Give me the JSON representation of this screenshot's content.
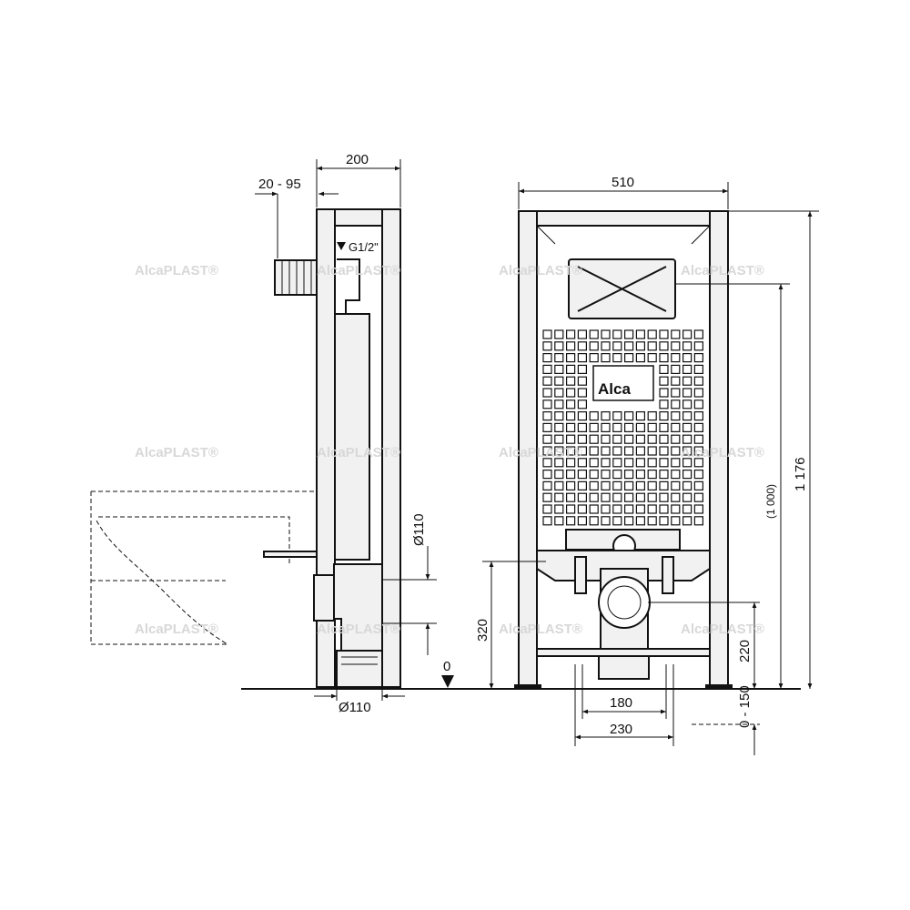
{
  "side_view": {
    "width_label": "200",
    "offset_label": "20 - 95",
    "water_inlet_label": "G1/2\"",
    "pipe_diameter_label": "Ø110",
    "outlet_diameter_label": "Ø110",
    "floor_level_label": "0"
  },
  "front_view": {
    "width_label": "510",
    "drain_height_label": "320",
    "inner_spacing_label": "180",
    "outer_spacing_label": "230",
    "outlet_height_label": "220",
    "leg_adjust_label": "0 - 150",
    "flush_height_label": "(1 000)",
    "total_height_label": "1 176"
  },
  "logo": {
    "text": "Alca"
  },
  "watermark": {
    "text": "AlcaPLAST®"
  }
}
